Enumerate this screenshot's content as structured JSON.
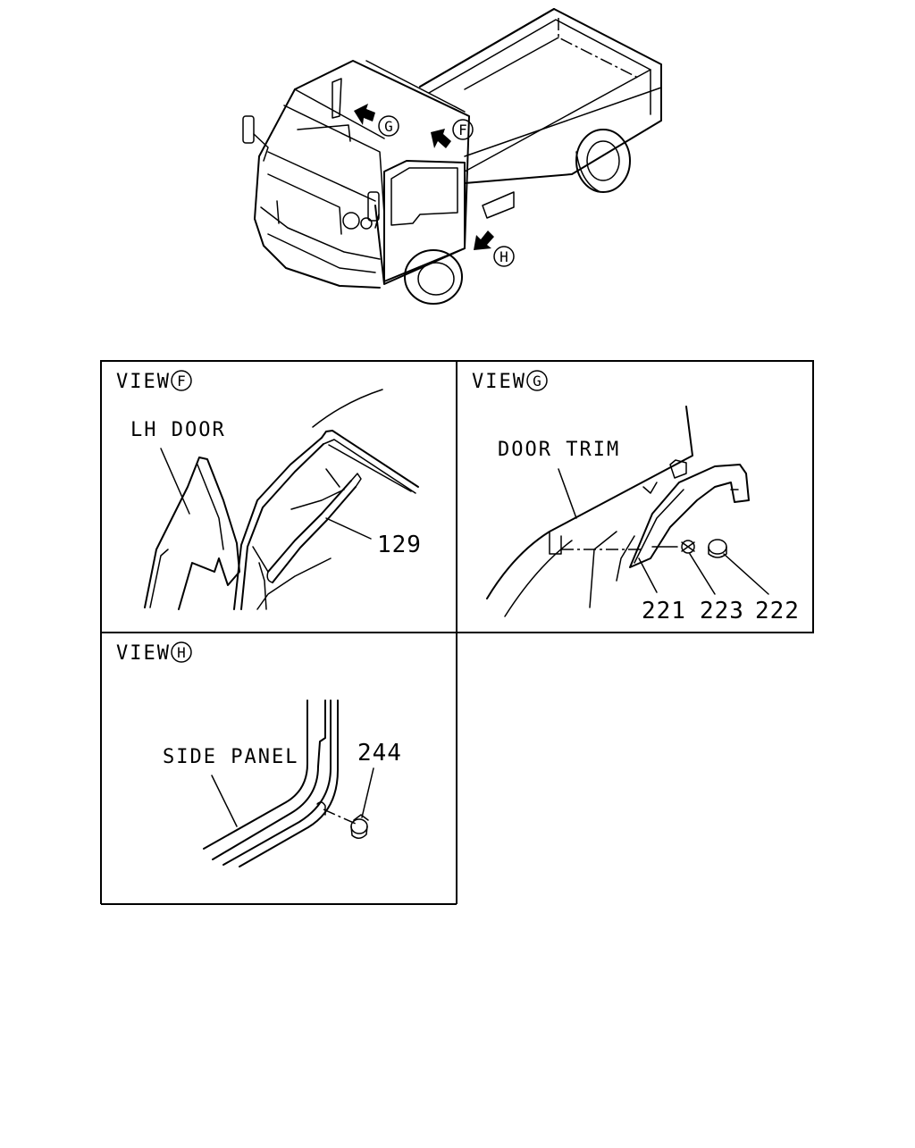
{
  "callouts": {
    "overview_f": "F",
    "overview_g": "G",
    "overview_h": "H"
  },
  "view_f": {
    "view_word": "VIEW",
    "view_letter": "F",
    "label_lh_door": "LH DOOR",
    "part_129": "129"
  },
  "view_g": {
    "view_word": "VIEW",
    "view_letter": "G",
    "label_door_trim": "DOOR TRIM",
    "part_221": "221",
    "part_223": "223",
    "part_222": "222"
  },
  "view_h": {
    "view_word": "VIEW",
    "view_letter": "H",
    "label_side_panel": "SIDE PANEL",
    "part_244": "244"
  }
}
